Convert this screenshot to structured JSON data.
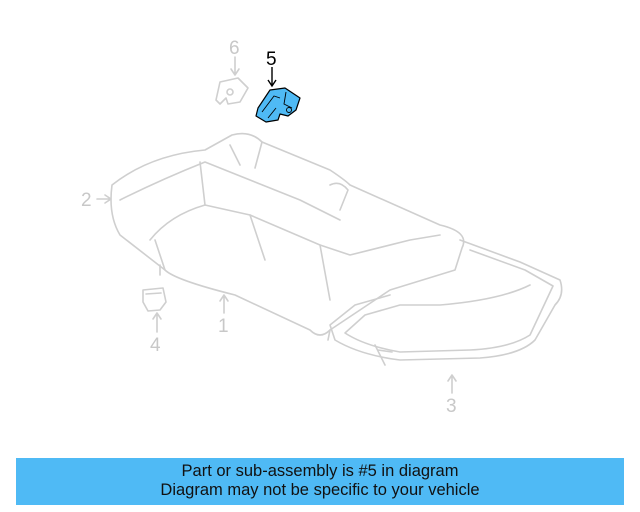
{
  "diagram": {
    "callouts": [
      "1",
      "2",
      "3",
      "4",
      "5",
      "6"
    ],
    "highlighted_part": "5",
    "highlight_color": "#4fbaf5",
    "line_color": "#cfcfcf"
  },
  "banner": {
    "line1": "Part or sub-assembly is #5 in diagram",
    "line2": "Diagram may not be specific to your vehicle",
    "background": "#4fbaf5"
  }
}
